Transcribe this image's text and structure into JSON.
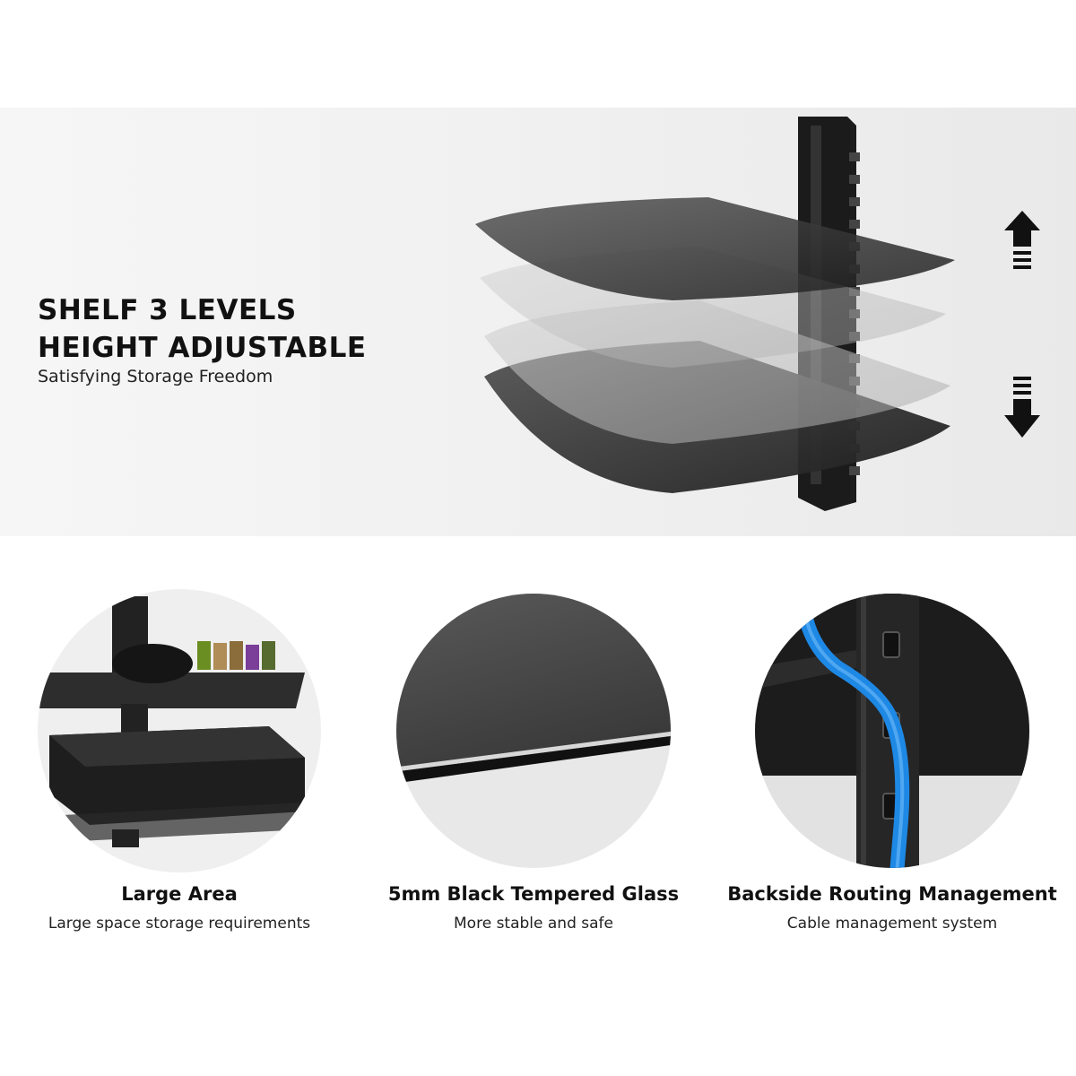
{
  "hero": {
    "headline_line1": "SHELF 3 LEVELS",
    "headline_line2": "HEIGHT ADJUSTABLE",
    "subtitle": "Satisfying Storage Freedom",
    "icons": [
      "arrow-up-icon",
      "arrow-down-icon"
    ]
  },
  "features": [
    {
      "title": "Large Area",
      "subtitle": "Large space storage requirements"
    },
    {
      "title": "5mm Black Tempered Glass",
      "subtitle": "More stable and safe"
    },
    {
      "title": "Backside Routing Management",
      "subtitle": "Cable management system"
    }
  ],
  "colors": {
    "hero_background": "#f1f1f1",
    "glass_dark": "#2b2b2b",
    "bracket": "#1a1a1a",
    "cable_blue": "#1e88e5"
  }
}
